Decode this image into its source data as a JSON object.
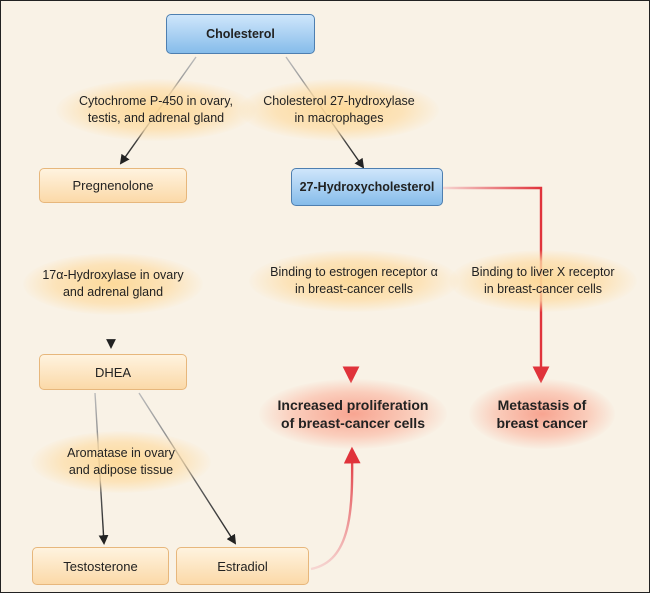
{
  "nodes": {
    "cholesterol": "Cholesterol",
    "pregnenolone": "Pregnenolone",
    "hydroxycholesterol": "27-Hydroxycholesterol",
    "dhea": "DHEA",
    "testosterone": "Testosterone",
    "estradiol": "Estradiol"
  },
  "enzymes": {
    "cyp450_line1": "Cytochrome P-450 in ovary,",
    "cyp450_line2": "testis, and adrenal gland",
    "cyp27_line1": "Cholesterol 27-hydroxylase",
    "cyp27_line2": "in macrophages",
    "hydroxylase17_line1": "17α-Hydroxylase in ovary",
    "hydroxylase17_line2": "and adrenal gland",
    "aromatase_line1": "Aromatase in ovary",
    "aromatase_line2": "and adipose tissue"
  },
  "mechanisms": {
    "er_line1": "Binding to estrogen receptor α",
    "er_line2": "in breast-cancer cells",
    "lxr_line1": "Binding to liver X receptor",
    "lxr_line2": "in breast-cancer cells"
  },
  "outcomes": {
    "proliferation_line1": "Increased proliferation",
    "proliferation_line2": "of breast-cancer cells",
    "metastasis_line1": "Metastasis of",
    "metastasis_line2": "breast cancer"
  },
  "colors": {
    "red_arrow": "#e0333b",
    "black_arrow": "#222222",
    "blue_box": "#86bcea",
    "orange_box": "#fbd9a8"
  }
}
